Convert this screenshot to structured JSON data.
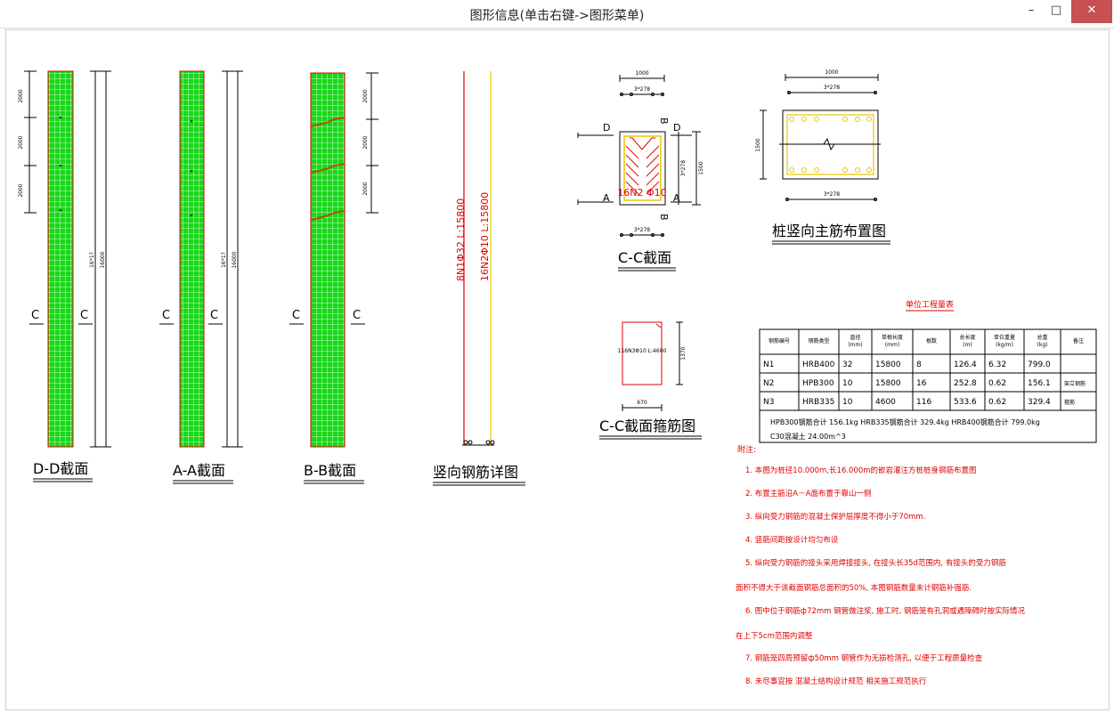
{
  "window": {
    "title": "图形信息(单击右键->图形菜单)",
    "minimize_glyph": "–",
    "maximize_glyph": "□",
    "close_glyph": "✕"
  },
  "colors": {
    "cage_fill": "#00e000",
    "cage_outline": "#e00000",
    "rebar_red": "#e00000",
    "rebar_yellow": "#e8c800",
    "line": "#000000"
  },
  "sections": {
    "dd": {
      "title": "D-D截面",
      "dims": [
        "2000",
        "2000",
        "2000"
      ],
      "len_a": "16*1?",
      "len_b": "16000",
      "c_left": "C",
      "c_right": "C"
    },
    "aa": {
      "title": "A-A截面",
      "len_a": "16*1?",
      "len_b": "16000",
      "c_left": "C",
      "c_right": "C"
    },
    "bb": {
      "title": "B-B截面",
      "dims": [
        "2000",
        "2000",
        "2000"
      ],
      "c_left": "C",
      "c_right": "C"
    },
    "vertical": {
      "title": "竖向钢筋详图",
      "label_n1": "8N1Φ32 L:15800",
      "label_n2": "16N2Φ10 L:15800"
    }
  },
  "cc_section": {
    "title": "C-C截面",
    "top_dim": "1000",
    "sub_dim": "3*278",
    "bot_dim": "3*278",
    "side_dim": "1500",
    "inner_dim": "3*278",
    "d_left": "D",
    "d_right": "D",
    "a_left": "A",
    "a_right": "A",
    "b_top": "B",
    "b_bottom": "B",
    "note": "16N2 Φ10"
  },
  "pile_layout": {
    "title": "桩竖向主筋布置图",
    "top_dim": "1000",
    "sub_dim": "3*278",
    "bot_dim": "3*278",
    "side_dim": "1500"
  },
  "stirrup": {
    "title": "C-C截面箍筋图",
    "label": "116N3Φ10 L:4600",
    "width_dim": "670",
    "height_dim": "1370"
  },
  "table": {
    "title": "单位工程量表",
    "headers": [
      "钢筋编号",
      "钢筋类型",
      "直径\n(mm)",
      "单根长度\n(mm)",
      "根数",
      "总长度\n(m)",
      "单位重量\n(kg/m)",
      "总重\n(kg)",
      "备注"
    ],
    "rows": [
      [
        "N1",
        "HRB400",
        "32",
        "15800",
        "8",
        "126.4",
        "6.32",
        "799.0",
        ""
      ],
      [
        "N2",
        "HPB300",
        "10",
        "15800",
        "16",
        "252.8",
        "0.62",
        "156.1",
        "架立钢筋"
      ],
      [
        "N3",
        "HRB335",
        "10",
        "4600",
        "116",
        "533.6",
        "0.62",
        "329.4",
        "箍筋"
      ]
    ],
    "summary_line1": "HPB300钢筋合计  156.1kg    HRB335钢筋合计  329.4kg    HRB400钢筋合计  799.0kg",
    "summary_line2": "C30混凝土  24.00m^3"
  },
  "notes": {
    "heading": "附注:",
    "items": [
      "1.  本图为桩径10.000m,长16.000m的嵌岩灌注方桩桩身钢筋布置图",
      "2.  布置主筋沿A－A面布置于靠山一侧",
      "3.  纵向受力钢筋的混凝土保护层厚度不得小于70mm.",
      "4.  竖筋间距按设计均匀布设",
      "5.  纵向受力钢筋的接头采用焊接接头,  在接头长35d范围内,  有接头的受力钢筋",
      "面积不得大于该截面钢筋总面积的50%,  本图钢筋数量未计钢筋补强筋.",
      "6.  图中位于钢筋ф72mm 钢管做注浆,  施工时,  钢筋笼有孔洞或遇障碍时按实际情况",
      "在上下5cm范围内调整",
      "7.  钢筋笼四周预留ф50mm 钢管作为无损检测孔,  以便于工程质量检查",
      "8.  未尽事宜按  混凝土结构设计规范  相关施工规范执行"
    ]
  }
}
